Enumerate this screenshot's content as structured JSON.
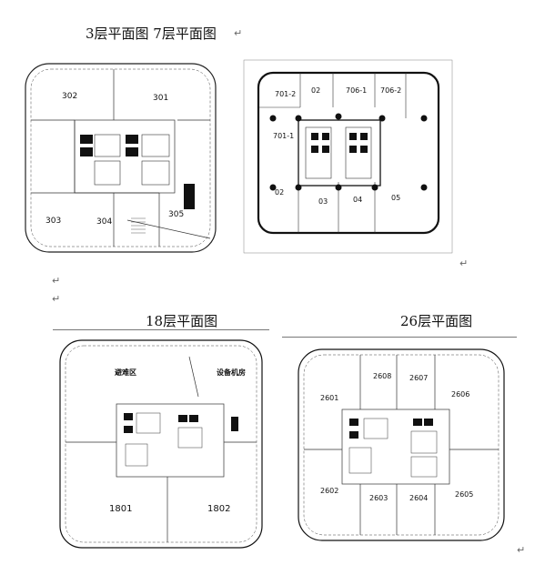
{
  "captions": {
    "top": "3层平面图 7层平面图",
    "floor18": "18层平面图",
    "floor26": "26层平面图"
  },
  "paragraph_marks": [
    "↵",
    "↵",
    "↵",
    "↵",
    "↵"
  ],
  "plan3": {
    "rooms": [
      "302",
      "301",
      "303",
      "304",
      "305"
    ]
  },
  "plan7": {
    "rooms": [
      "701-2",
      "02",
      "706-1",
      "706-2",
      "701-1",
      "02",
      "03",
      "04",
      "05"
    ]
  },
  "plan18": {
    "rooms": [
      "避难区",
      "设备机房",
      "1801",
      "1802"
    ]
  },
  "plan26": {
    "rooms": [
      "2608",
      "2607",
      "2601",
      "2606",
      "2602",
      "2603",
      "2604",
      "2605"
    ]
  }
}
